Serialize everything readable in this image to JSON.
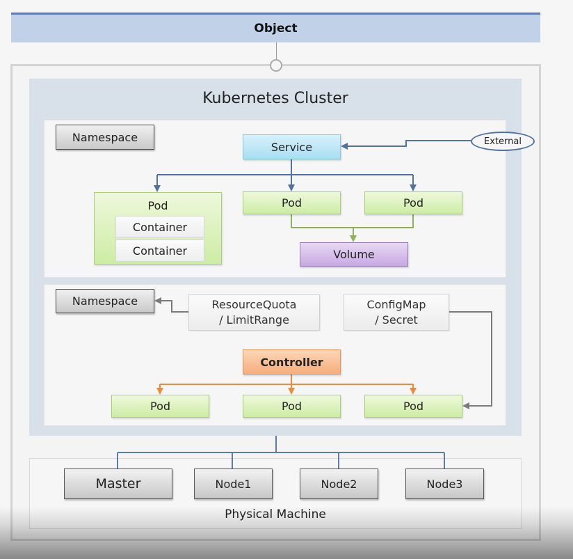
{
  "header": {
    "title": "Object"
  },
  "cluster": {
    "title": "Kubernetes Cluster"
  },
  "namespace1": {
    "label": "Namespace",
    "service": "Service",
    "external": "External",
    "pod_multi": {
      "label": "Pod",
      "containers": [
        "Container",
        "Container"
      ]
    },
    "pods": [
      "Pod",
      "Pod"
    ],
    "volume": "Volume"
  },
  "namespace2": {
    "label": "Namespace",
    "resource_quota": {
      "line1": "ResourceQuota",
      "line2": "/ LimitRange"
    },
    "config_map": {
      "line1": "ConfigMap",
      "line2": "/ Secret"
    },
    "controller": "Controller",
    "pods": [
      "Pod",
      "Pod",
      "Pod"
    ]
  },
  "physical": {
    "label": "Physical Machine",
    "nodes": [
      "Master",
      "Node1",
      "Node2",
      "Node3"
    ]
  },
  "colors": {
    "service_edge": "#4f72a3",
    "volume_edge": "#8db35a",
    "controller_edge": "#ef8a3c",
    "config_edge": "#7a7a7a",
    "physical_edge": "#5a7bab"
  }
}
